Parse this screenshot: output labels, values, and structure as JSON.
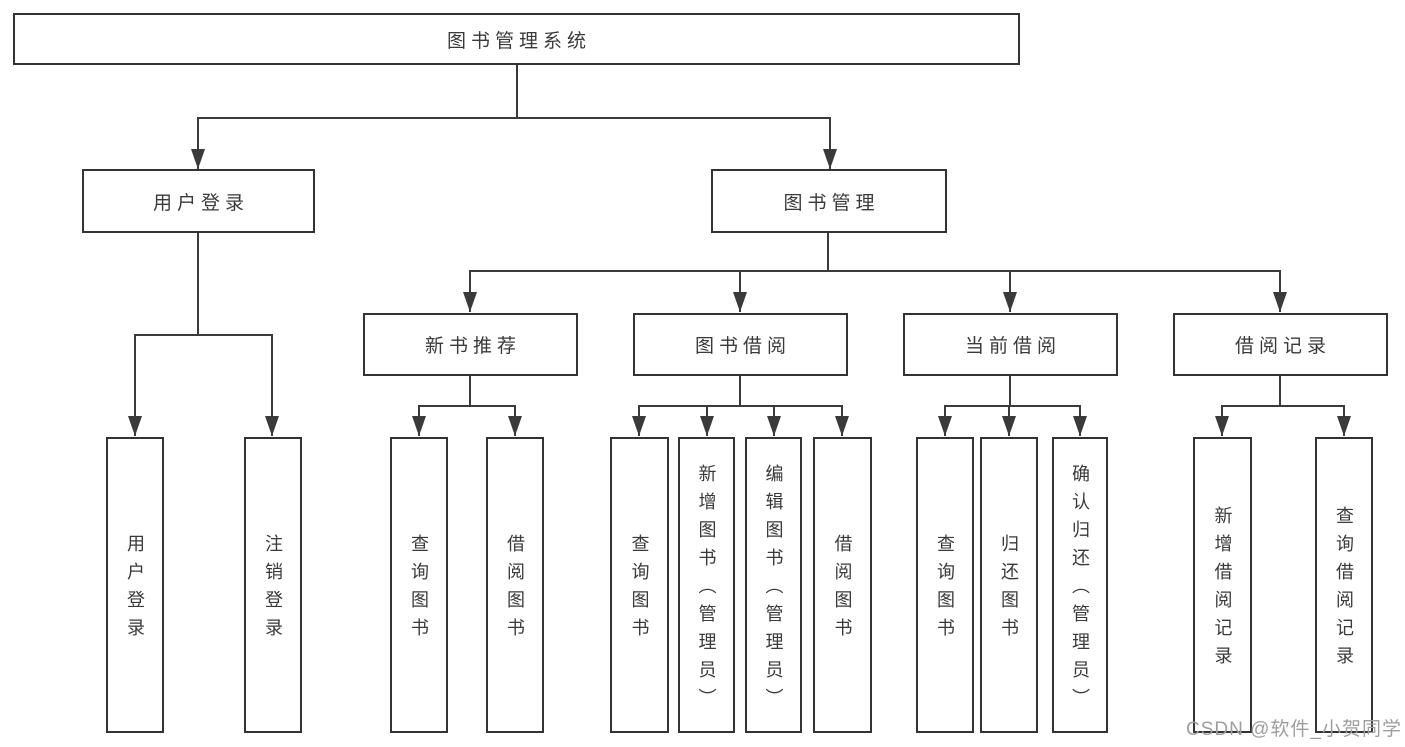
{
  "diagram": {
    "title": "图书管理系统",
    "level2": [
      {
        "label": "用户登录"
      },
      {
        "label": "图书管理"
      }
    ],
    "level3": [
      {
        "label": "新书推荐",
        "parent": "图书管理"
      },
      {
        "label": "图书借阅",
        "parent": "图书管理"
      },
      {
        "label": "当前借阅",
        "parent": "图书管理"
      },
      {
        "label": "借阅记录",
        "parent": "图书管理"
      }
    ],
    "leaves": [
      {
        "label": "用户登录",
        "parent": "用户登录"
      },
      {
        "label": "注销登录",
        "parent": "用户登录"
      },
      {
        "label": "查询图书",
        "parent": "新书推荐"
      },
      {
        "label": "借阅图书",
        "parent": "新书推荐"
      },
      {
        "label": "查询图书",
        "parent": "图书借阅"
      },
      {
        "label": "新增图书（管理员）",
        "parent": "图书借阅"
      },
      {
        "label": "编辑图书（管理员）",
        "parent": "图书借阅"
      },
      {
        "label": "借阅图书",
        "parent": "图书借阅"
      },
      {
        "label": "查询图书",
        "parent": "当前借阅"
      },
      {
        "label": "归还图书",
        "parent": "当前借阅"
      },
      {
        "label": "确认归还（管理员）",
        "parent": "当前借阅"
      },
      {
        "label": "新增借阅记录",
        "parent": "借阅记录"
      },
      {
        "label": "查询借阅记录",
        "parent": "借阅记录"
      }
    ],
    "colors": {
      "line": "#3a3a3a",
      "border": "#333333",
      "text": "#3a3a3a",
      "background": "#ffffff",
      "watermark": "#9e9e9e"
    }
  },
  "watermark": "CSDN @软件_小贺同学"
}
